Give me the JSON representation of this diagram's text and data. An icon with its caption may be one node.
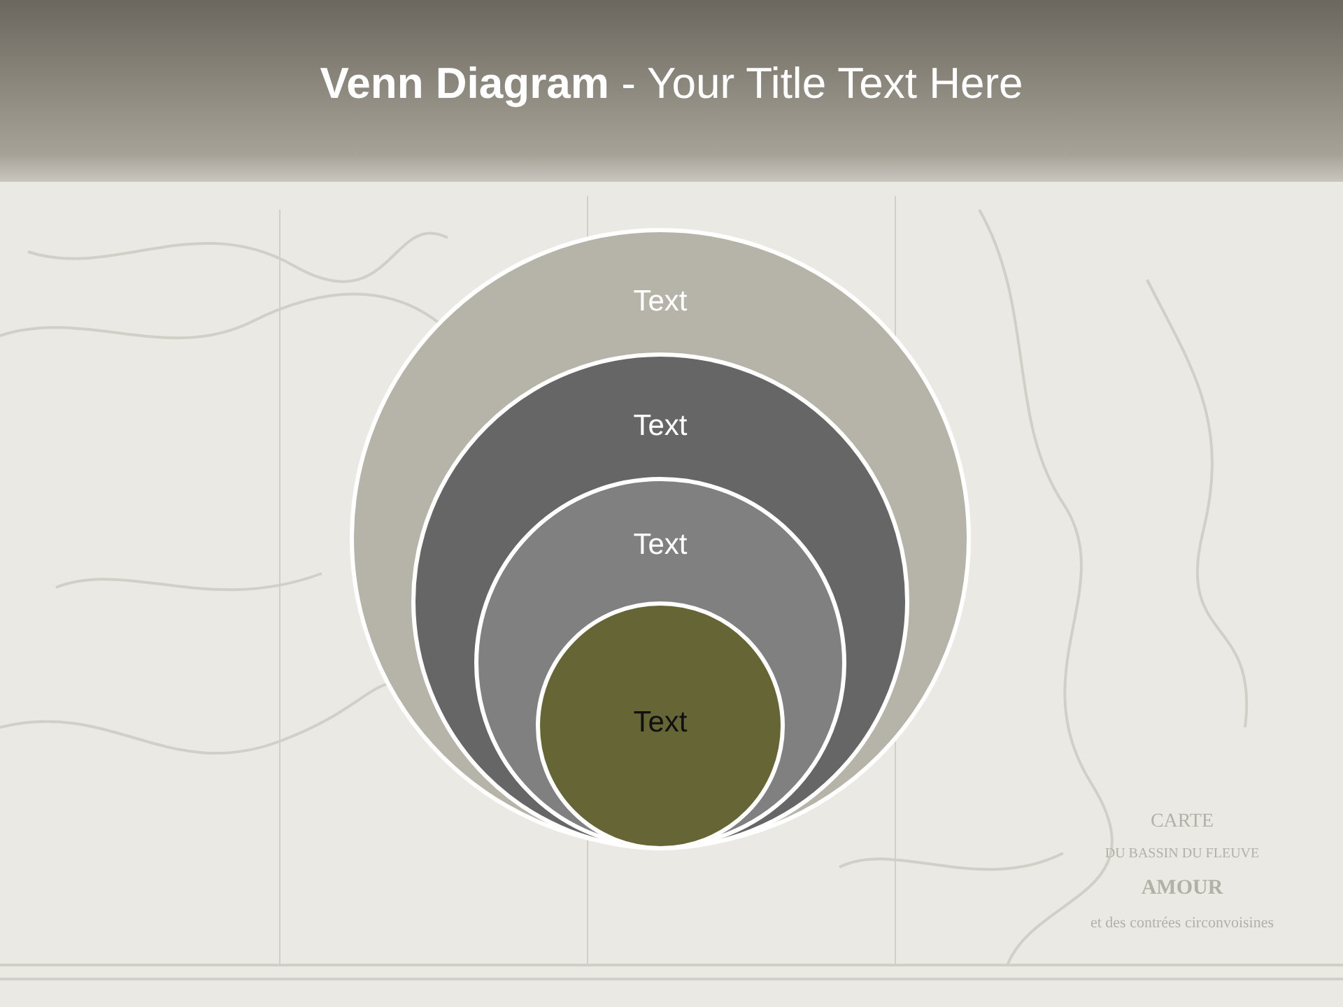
{
  "diagram": {
    "title": "**Venn Diagram** - Your Title Text Here",
    "nodes": [
      {
        "text": [
          "Text"
        ]
      },
      {
        "text": [
          "Text"
        ],
        "in": 0
      },
      {
        "text": [
          "Text"
        ],
        "in": 1
      },
      {
        "text": [
          "Text"
        ],
        "in": 2
      }
    ],
    "labels": [
      "CARTE",
      "DU BASSIN DU FLEUVE",
      "AMOUR",
      "et des contrées circonvoisines"
    ]
  }
}
